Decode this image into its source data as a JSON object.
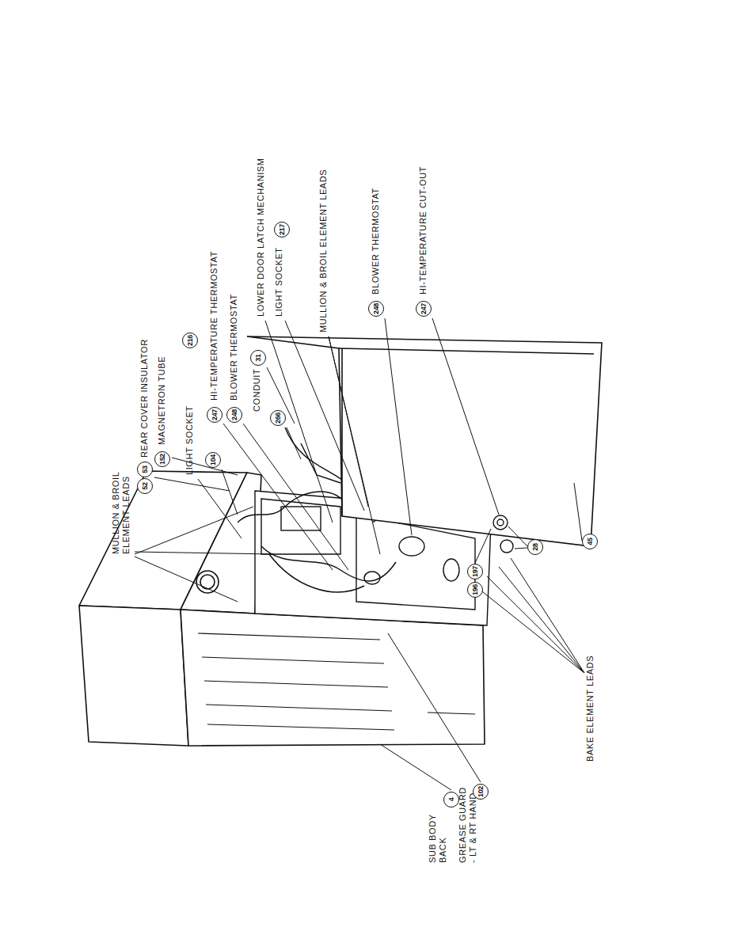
{
  "diagram": {
    "labels": [
      "MULLION & BROIL ELEMENT LEADS",
      "52",
      "53",
      "REAR COVER INSULATOR",
      "152",
      "MAGNETRON TUBE",
      "LIGHT SOCKET",
      "216",
      "104",
      "247",
      "HI-TEMPERATURE THERMOSTAT",
      "248",
      "BLOWER THERMOSTAT",
      "CONDUIT",
      "31",
      "266",
      "LOWER DOOR LATCH MECHANISM",
      "LIGHT SOCKET",
      "217",
      "MULLION & BROIL ELEMENT LEADS",
      "248",
      "BLOWER THERMOSTAT",
      "247",
      "HI-TEMPERATURE CUT-OUT",
      "45",
      "28",
      "196",
      "197",
      "BAKE ELEMENT LEADS",
      "SUB BODY BACK",
      "4",
      "GREASE GUARD - LT & RT HAND",
      "102"
    ]
  }
}
